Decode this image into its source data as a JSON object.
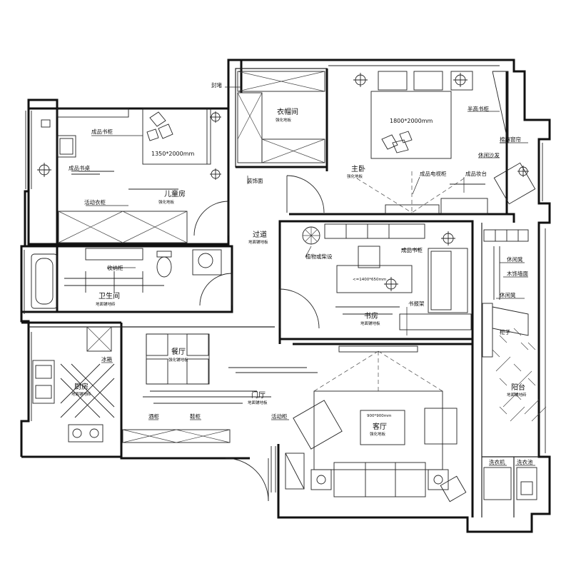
{
  "rooms": {
    "kids": {
      "name": "儿童房",
      "floor": "强化地板"
    },
    "closet": {
      "name": "衣帽间",
      "floor": "强化地板"
    },
    "master": {
      "name": "主卧",
      "floor": "强化地板"
    },
    "corridor": {
      "name": "过道",
      "floor": "地面铺地板"
    },
    "bath": {
      "name": "卫生间",
      "floor": "地面铺地砖"
    },
    "study": {
      "name": "书房",
      "floor": "地面铺地板"
    },
    "kitchen": {
      "name": "厨房",
      "floor": "地面铺地砖"
    },
    "dining": {
      "name": "餐厅",
      "floor": "强化铺地板"
    },
    "entry": {
      "name": "门厅",
      "floor": "地面铺地板"
    },
    "living": {
      "name": "客厅",
      "floor": "强化地板"
    },
    "balcony": {
      "name": "阳台",
      "floor": "地面铺地砖"
    }
  },
  "labels": {
    "seal": "封堵",
    "bookcase": "成品书柜",
    "desk": "成品书桌",
    "wardrobe": "活动衣柜",
    "deco_wall": "装饰面",
    "half_cabinet": "半高书柜",
    "curtain": "棉麻窗帘",
    "sofa_chair": "休闲沙发",
    "tv_cabinet": "成品电视柜",
    "dresser": "成品妆台",
    "storage": "收纳柜",
    "plants": "植物或柴设",
    "study_bookcase": "成品书柜",
    "shelf": "书报架",
    "stool1": "休闲凳",
    "wood_wall": "木饰墙面",
    "stool2": "休闲凳",
    "cabinet": "柜子",
    "fridge": "冰箱",
    "wine": "酒柜",
    "shoe": "鞋柜",
    "movable": "活动柜",
    "washer": "洗衣机",
    "basin": "洗衣池"
  },
  "dims": {
    "kids_bed": "1350*2000mm",
    "master_bed": "1800*2000mm",
    "study_rug": "<=1400*650mm",
    "living_rug": "900*900mm"
  }
}
